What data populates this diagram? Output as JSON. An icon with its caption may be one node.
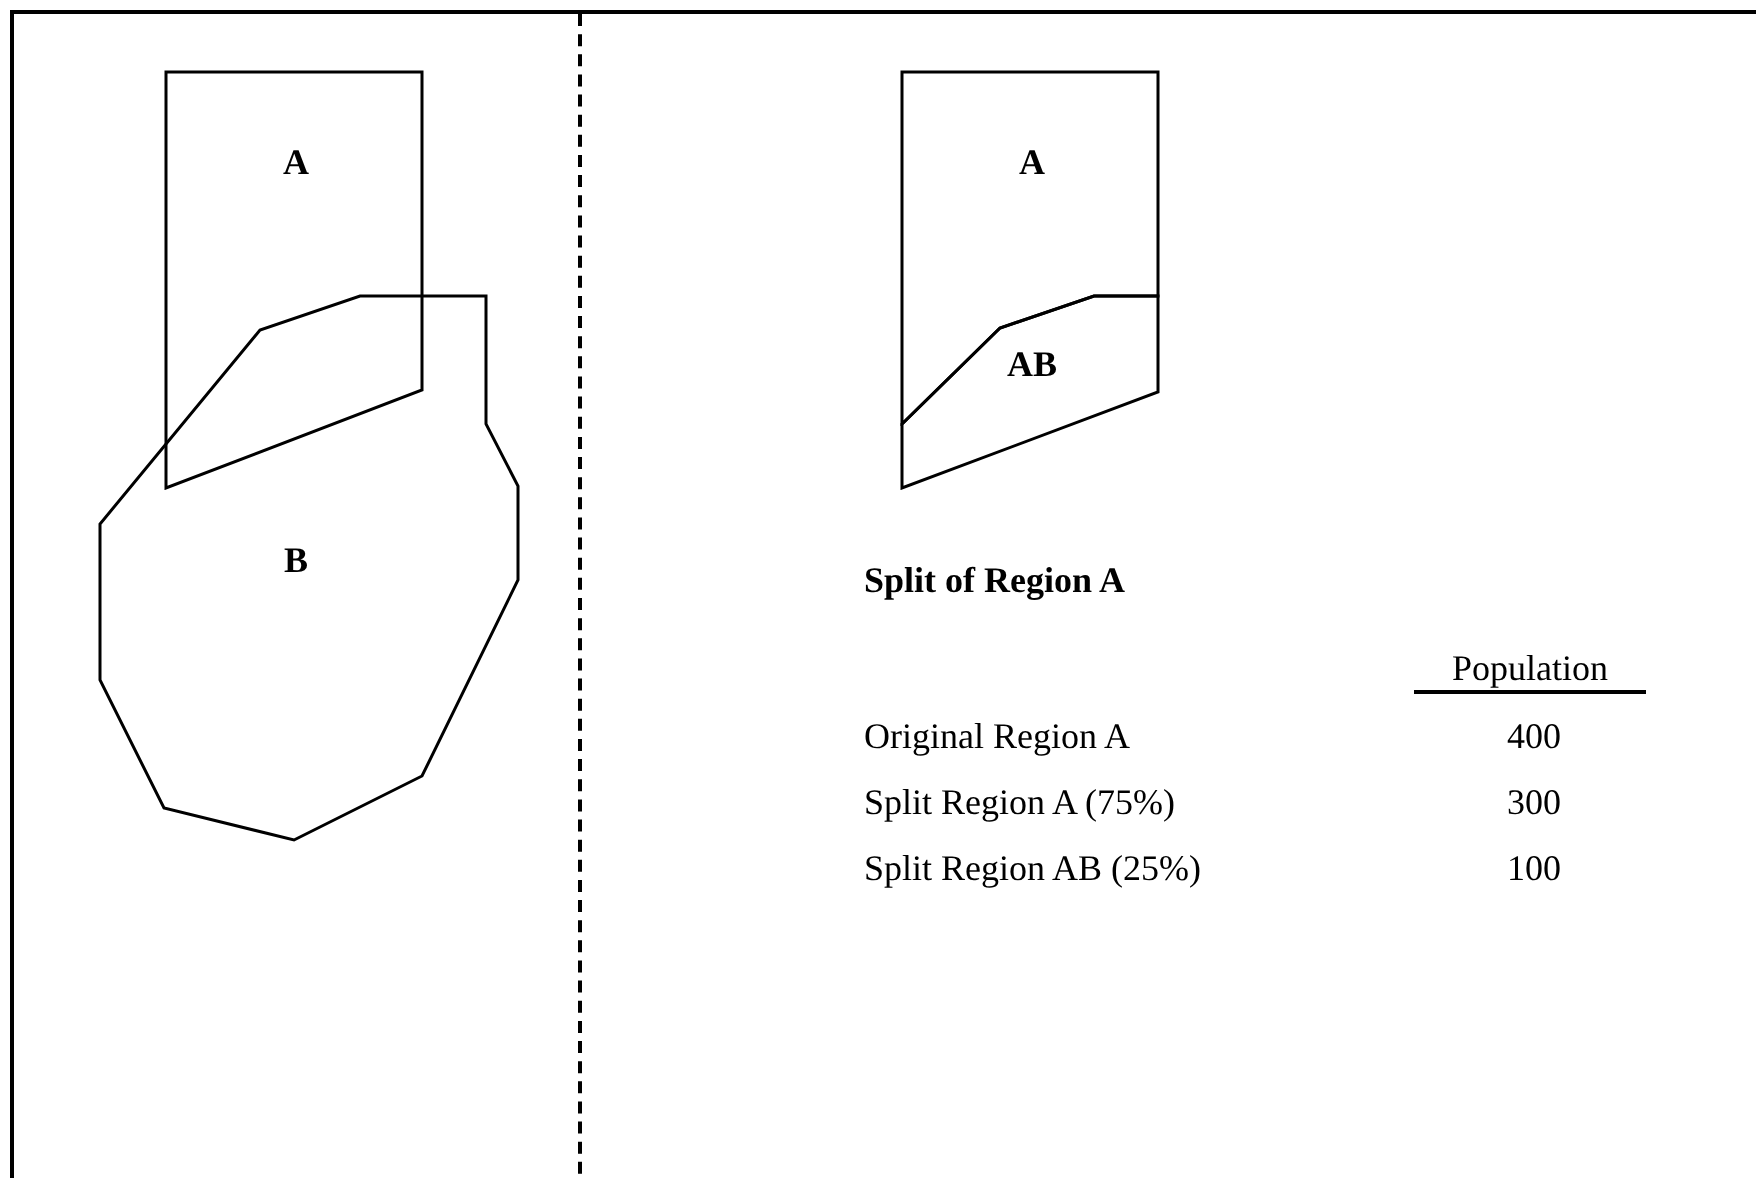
{
  "diagram": {
    "nodes": [
      {
        "text": [
          "A"
        ]
      },
      {
        "text": [
          "B"
        ]
      },
      {
        "text": [
          "A"
        ]
      },
      {
        "text": [
          "AB"
        ]
      }
    ],
    "labels": [
      "Split of Region A",
      "Population",
      "Original Region A",
      "400",
      "Split Region A (75%)",
      "300",
      "Split Region AB (25%)",
      "100"
    ]
  }
}
